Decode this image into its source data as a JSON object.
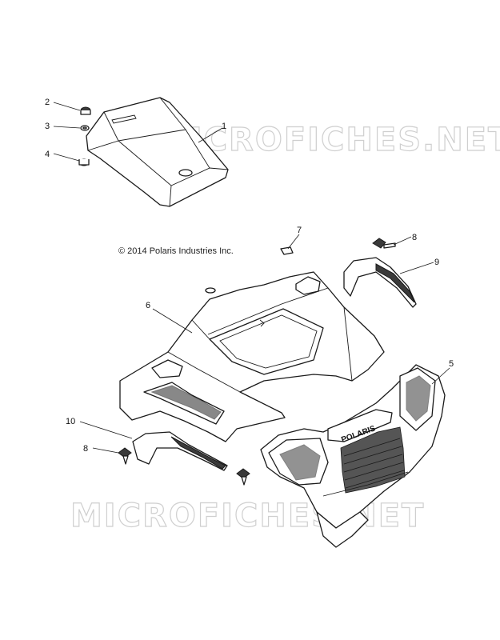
{
  "copyright": "© 2014 Polaris Industries Inc.",
  "watermark": "MICROFICHES.NET",
  "grille_logo": "POLARIS",
  "callouts": [
    "1",
    "2",
    "3",
    "4",
    "5",
    "6",
    "7",
    "8",
    "8",
    "9",
    "10"
  ]
}
